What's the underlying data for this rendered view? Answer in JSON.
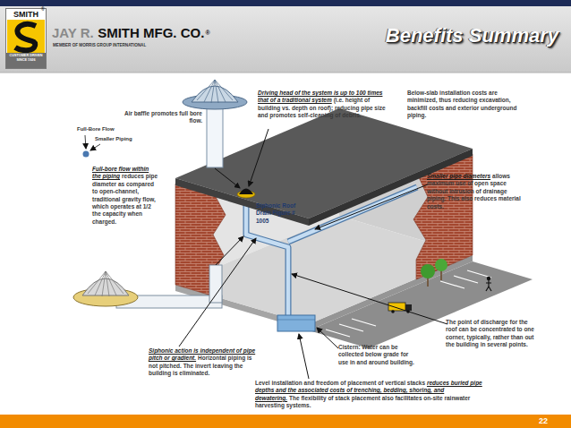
{
  "diagram": {
    "title": "Benefits Summary",
    "nodes": [
      {
        "text": [
          "SMITH",
          "CUSTOMER DRIVEN SINCE 1926"
        ]
      },
      {
        "text": [
          "22"
        ]
      }
    ],
    "labels": [
      "JAY R.",
      "SMITH MFG. CO.",
      "®",
      "MEMBER OF MORRIS GROUP INTERNATIONAL",
      "Air baffle promotes full bore flow.",
      "Full-Bore Flow",
      "Smaller Piping",
      "Full-bore flow within the piping",
      "reduces pipe diameter as compared to open-channel, traditional gravity flow, which operates at 1/2 the capacity when charged.",
      "Driving head of the system is up to 100 times that of a traditional system",
      "(i.e. height of building vs. depth on roof); reducing pipe size and promotes self-cleaning of debris.",
      "Below-slab installation costs are minimized, thus reducing excavation, backfill costs and exterior underground piping.",
      "Smaller pipe diameters",
      "allows maximum use of open space without intrusion of drainage piping. This also reduces material costs.",
      "Siphonic Roof Drain Figure # 1005",
      "The point of discharge for the roof can be concentrated to one corner, typically, rather than out the building in several points.",
      "Cistern: Water can be collected below grade for use in and around building.",
      "Siphonic action is independent of pipe pitch or gradient.",
      "Horizontal piping is not pitched. The invert leaving the building is eliminated.",
      "Level installation and freedom of placement of vertical stacks",
      "reduces buried pipe depths and the associated costs of trenching, bedding, shoring, and dewatering.",
      "The flexibility of stack placement also facilitates on-site rainwater harvesting systems.",
      "®"
    ]
  }
}
